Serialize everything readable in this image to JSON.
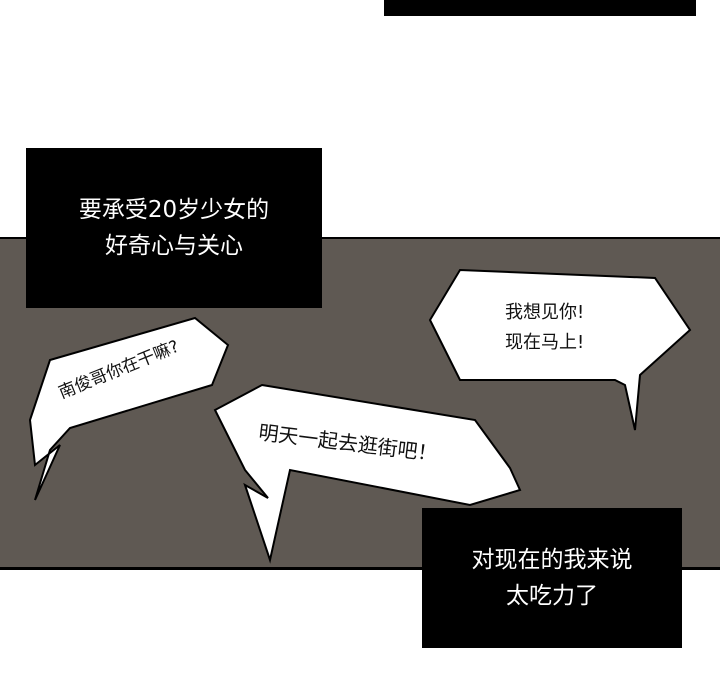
{
  "captions": {
    "top": [
      "要承受20岁少女的",
      "好奇心与关心"
    ],
    "bottom": [
      "对现在的我来说",
      "太吃力了"
    ]
  },
  "bubbles": {
    "left": "南俊哥你在干嘛?",
    "center": "明天一起去逛街吧！",
    "right": [
      "我想见你!",
      "现在马上!"
    ]
  },
  "colors": {
    "panel_bg": "#5f5953",
    "caption_bg": "#000000",
    "bubble_fill": "#ffffff"
  }
}
